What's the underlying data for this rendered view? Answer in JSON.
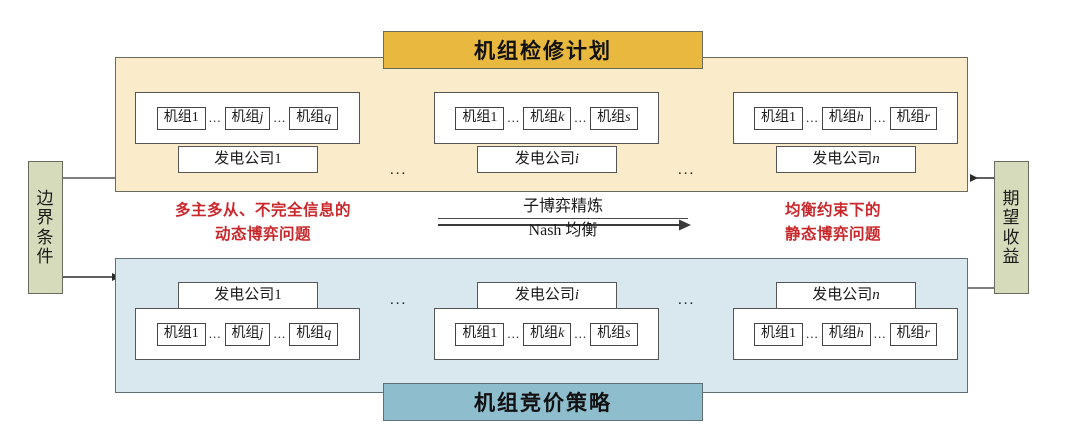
{
  "diagram": {
    "title_top": "机组检修计划",
    "title_bottom": "机组竞价策略",
    "left_box": {
      "line1": "边界",
      "line2": "条件"
    },
    "right_box": {
      "line1": "期望",
      "line2": "收益"
    },
    "ellipsis": "...",
    "unit_prefix": "机组",
    "company_prefix": "发电公司",
    "colors": {
      "top_panel_fill": "#faecca",
      "top_banner_fill": "#e8b93e",
      "bottom_panel_fill": "#d9e8ef",
      "bottom_banner_fill": "#8ebdcd",
      "side_box_fill": "#d6dbbb",
      "note_red": "#c8282c",
      "border_gray": "#6a6a5e"
    },
    "top_groups": [
      {
        "company": "发电公司",
        "company_index": "1",
        "company_index_italic": false,
        "units": [
          {
            "label": "机组",
            "index": "1",
            "italic": false
          },
          {
            "label": "机组",
            "index": "j",
            "italic": true
          },
          {
            "label": "机组",
            "index": "q",
            "italic": true
          }
        ]
      },
      {
        "company": "发电公司",
        "company_index": "i",
        "company_index_italic": true,
        "units": [
          {
            "label": "机组",
            "index": "1",
            "italic": false
          },
          {
            "label": "机组",
            "index": "k",
            "italic": true
          },
          {
            "label": "机组",
            "index": "s",
            "italic": true
          }
        ]
      },
      {
        "company": "发电公司",
        "company_index": "n",
        "company_index_italic": true,
        "units": [
          {
            "label": "机组",
            "index": "1",
            "italic": false
          },
          {
            "label": "机组",
            "index": "h",
            "italic": true
          },
          {
            "label": "机组",
            "index": "r",
            "italic": true
          }
        ]
      }
    ],
    "bottom_groups": [
      {
        "company": "发电公司",
        "company_index": "1",
        "company_index_italic": false,
        "units": [
          {
            "label": "机组",
            "index": "1",
            "italic": false
          },
          {
            "label": "机组",
            "index": "j",
            "italic": true
          },
          {
            "label": "机组",
            "index": "q",
            "italic": true
          }
        ]
      },
      {
        "company": "发电公司",
        "company_index": "i",
        "company_index_italic": true,
        "units": [
          {
            "label": "机组",
            "index": "1",
            "italic": false
          },
          {
            "label": "机组",
            "index": "k",
            "italic": true
          },
          {
            "label": "机组",
            "index": "s",
            "italic": true
          }
        ]
      },
      {
        "company": "发电公司",
        "company_index": "n",
        "company_index_italic": true,
        "units": [
          {
            "label": "机组",
            "index": "1",
            "italic": false
          },
          {
            "label": "机组",
            "index": "h",
            "italic": true
          },
          {
            "label": "机组",
            "index": "r",
            "italic": true
          }
        ]
      }
    ],
    "notes": {
      "left_line1": "多主多从、不完全信息的",
      "left_line2": "动态博弈问题",
      "right_line1": "均衡约束下的",
      "right_line2": "静态博弈问题",
      "center_top": "子博弈精炼",
      "center_bottom": "Nash 均衡"
    }
  }
}
